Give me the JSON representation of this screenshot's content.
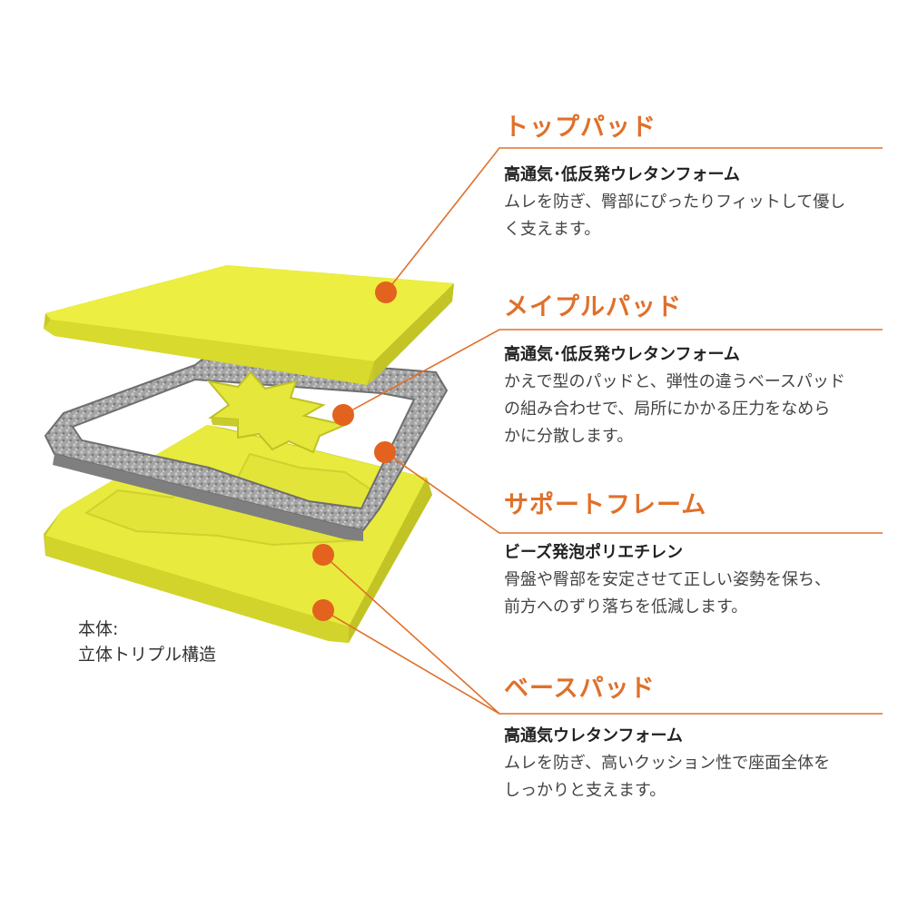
{
  "sections": [
    {
      "title": "トップパッド",
      "subtitle": "高通気･低反発ウレタンフォーム",
      "description_lines": [
        "ムレを防ぎ、臀部にぴったりフィットして優し",
        "く支えます。"
      ]
    },
    {
      "title": "メイプルパッド",
      "subtitle": "高通気･低反発ウレタンフォーム",
      "description_lines": [
        "かえで型のパッドと、弾性の違うベースパッド",
        "の組み合わせで、局所にかかる圧力をなめら",
        "かに分散します。"
      ]
    },
    {
      "title": "サポートフレーム",
      "subtitle": "ビーズ発泡ポリエチレン",
      "description_lines": [
        "骨盤や臀部を安定させて正しい姿勢を保ち、",
        "前方へのずり落ちを低減します。"
      ]
    },
    {
      "title": "ベースパッド",
      "subtitle": "高通気ウレタンフォーム",
      "description_lines": [
        "ムレを防ぎ、高いクッション性で座面全体を",
        "しっかりと支えます。"
      ]
    }
  ],
  "body_label": {
    "line1": "本体:",
    "line2": "立体トリプル構造"
  },
  "colors": {
    "accent": "#e0702a",
    "foam_yellow": "#e9ec3c",
    "foam_side": "#d4d52a",
    "frame_gray": "#9a9a9a"
  }
}
